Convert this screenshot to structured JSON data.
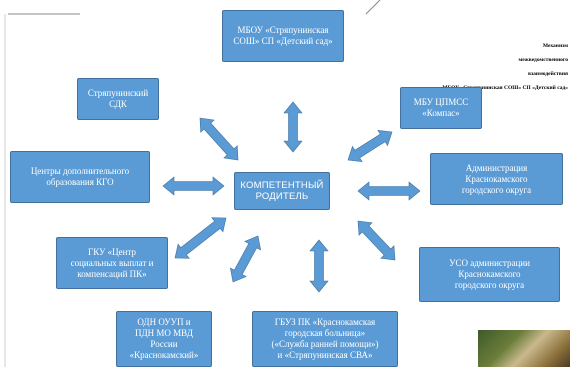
{
  "diagram": {
    "center": "КОМПЕТЕНТНЫЙ\nРОДИТЕЛЬ",
    "title_lines": [
      "Механизм",
      "межведомственного",
      "взаимодействия",
      "МБОУ «Стряпунинская СОШ» СП «Детский сад»"
    ],
    "nodes": [
      {
        "id": "top",
        "label": "МБОУ «Стряпунинская\nСОШ» СП «Детский сад»"
      },
      {
        "id": "sdk",
        "label": "Стряпунинский\nСДК"
      },
      {
        "id": "compass",
        "label": "МБУ ЦПМСС\n«Компас»"
      },
      {
        "id": "centers",
        "label": "Центры дополнительного\nобразования КГО"
      },
      {
        "id": "admin",
        "label": "Администрация\nКраснокамского\nгородского округа"
      },
      {
        "id": "gku",
        "label": "ГКУ «Центр\nсоциальных выплат и\nкомпенсаций ПК»"
      },
      {
        "id": "uso",
        "label": "УСО администрации\nКраснокамского\nгородского округа"
      },
      {
        "id": "odn",
        "label": "ОДН ОУУП и\nПДН МО МВД\nРоссии\n«Краснокамский»"
      },
      {
        "id": "gbuz",
        "label": "ГБУЗ ПК «Краснокамская\nгородская больница»\n(«Служба ранней помощи»)\nи «Стряпунинская СВА»"
      }
    ],
    "colors": {
      "box_fill": "#5b9bd5",
      "box_border": "#41719c",
      "arrow": "#5b9bd5"
    }
  }
}
